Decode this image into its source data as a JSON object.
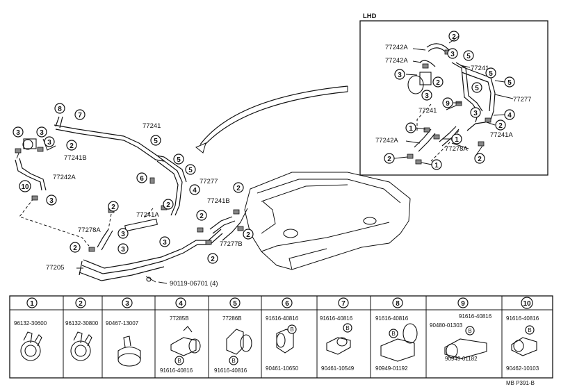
{
  "diagram": {
    "inset_title": "LHD",
    "footer_code": "MB  P391-B",
    "main_parts": [
      {
        "id": "lbl-77241",
        "text": "77241"
      },
      {
        "id": "lbl-77241B",
        "text": "77241B"
      },
      {
        "id": "lbl-77242A",
        "text": "77242A"
      },
      {
        "id": "lbl-77277",
        "text": "77277"
      },
      {
        "id": "lbl-77278A",
        "text": "77278A"
      },
      {
        "id": "lbl-77241A",
        "text": "77241A"
      },
      {
        "id": "lbl-77205",
        "text": "77205"
      },
      {
        "id": "lbl-77241B-2",
        "text": "77241B"
      },
      {
        "id": "lbl-77277B",
        "text": "77277B"
      },
      {
        "id": "lbl-bolt",
        "text": "90119-06701 (4)"
      }
    ],
    "inset_parts": [
      {
        "id": "in-77242A-a",
        "text": "77242A"
      },
      {
        "id": "in-77242A-b",
        "text": "77242A"
      },
      {
        "id": "in-77241",
        "text": "77241"
      },
      {
        "id": "in-77277",
        "text": "77277"
      },
      {
        "id": "in-77241-b",
        "text": "77241"
      },
      {
        "id": "in-77241A",
        "text": "77241A"
      },
      {
        "id": "in-77242A-c",
        "text": "77242A"
      },
      {
        "id": "in-77278A",
        "text": "77278A"
      }
    ],
    "callouts": [
      "1",
      "2",
      "3",
      "4",
      "5",
      "6",
      "7",
      "8",
      "9",
      "10",
      "B"
    ],
    "legend": [
      {
        "n": "1",
        "top": "96132-30600",
        "bottom": ""
      },
      {
        "n": "2",
        "top": "96132-30800",
        "bottom": ""
      },
      {
        "n": "3",
        "top": "90467-13007",
        "bottom": ""
      },
      {
        "n": "4",
        "top": "77285B",
        "bottom": "91616-40816"
      },
      {
        "n": "5",
        "top": "77286B",
        "bottom": "91616-40816"
      },
      {
        "n": "6",
        "top": "91616-40816",
        "bottom": "90461-10650"
      },
      {
        "n": "7",
        "top": "91616-40816",
        "bottom": "90461-10549"
      },
      {
        "n": "8",
        "top": "91616-40816",
        "bottom": "90949-01192"
      },
      {
        "n": "9",
        "top": "91616-40816",
        "top2": "90480-01303",
        "bottom": "90949-01182"
      },
      {
        "n": "10",
        "top": "91616-40816",
        "bottom": "90462-10103"
      }
    ]
  }
}
